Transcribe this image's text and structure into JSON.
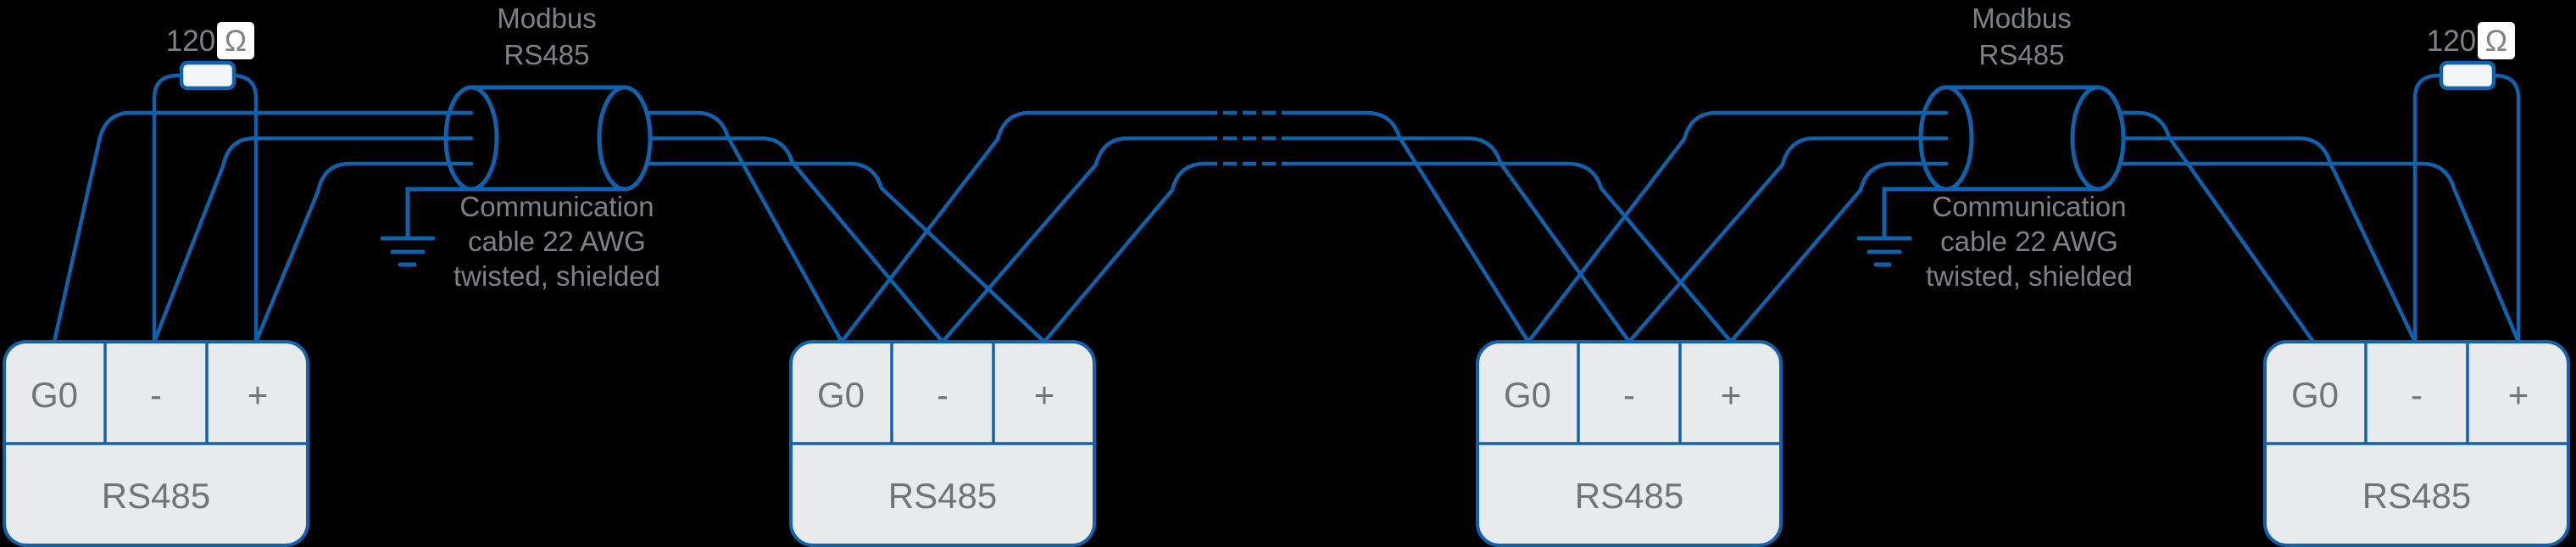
{
  "colors": {
    "wire_blue": "#1062AC",
    "annotation_gray": "#808184",
    "block_label_gray": "#717477",
    "block_fill": "#E9EAEC",
    "resistor_fill": "#F4F5F6",
    "background": "#000000"
  },
  "left_terminator": {
    "value": "120",
    "unit": "Ω"
  },
  "right_terminator": {
    "value": "120",
    "unit": "Ω"
  },
  "left_cable": {
    "title_line1": "Modbus",
    "title_line2": "RS485",
    "caption_line1": "Communication",
    "caption_line2": "cable 22 AWG",
    "caption_line3": "twisted, shielded"
  },
  "right_cable": {
    "title_line1": "Modbus",
    "title_line2": "RS485",
    "caption_line1": "Communication",
    "caption_line2": "cable 22 AWG",
    "caption_line3": "twisted, shielded"
  },
  "devices": [
    {
      "terminals": [
        "G0",
        "-",
        "+"
      ],
      "label": "RS485"
    },
    {
      "terminals": [
        "G0",
        "-",
        "+"
      ],
      "label": "RS485"
    },
    {
      "terminals": [
        "G0",
        "-",
        "+"
      ],
      "label": "RS485"
    },
    {
      "terminals": [
        "G0",
        "-",
        "+"
      ],
      "label": "RS485"
    }
  ]
}
